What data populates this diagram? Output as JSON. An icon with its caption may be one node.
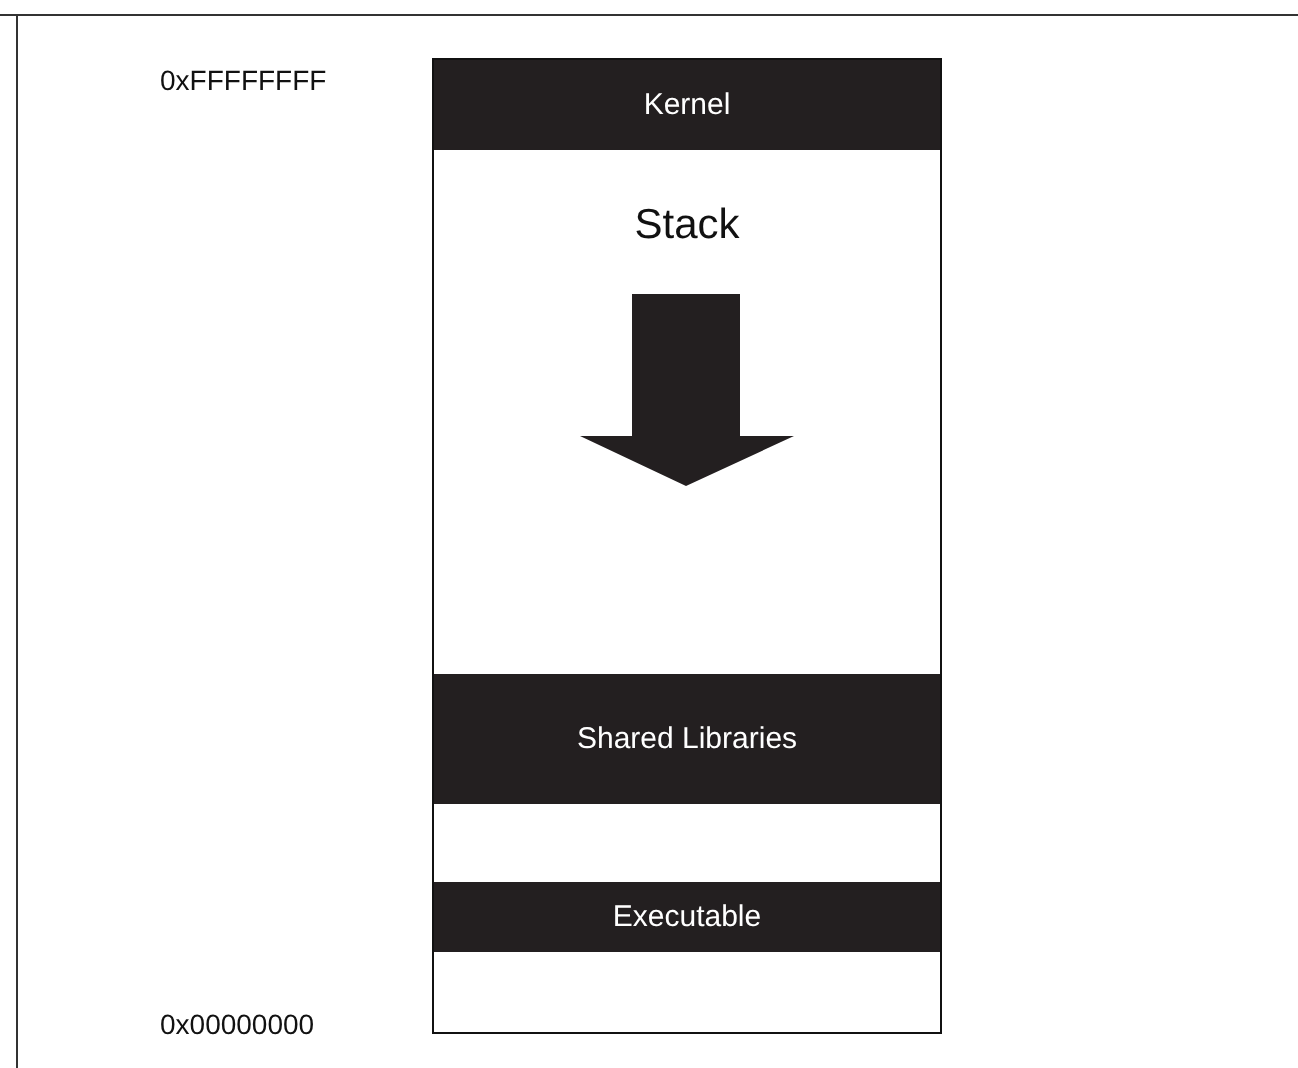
{
  "diagram": {
    "nodes": [
      {
        "text": [
          "Kernel"
        ]
      },
      {
        "text": [
          "Stack"
        ]
      },
      {
        "text": [
          "Shared Libraries"
        ]
      },
      {
        "text": [],
        "shape": "box"
      },
      {
        "text": [
          "Executable"
        ]
      },
      {
        "text": [],
        "shape": "box"
      }
    ],
    "labels": [
      "0xFFFFFFFF",
      "0x00000000"
    ]
  }
}
